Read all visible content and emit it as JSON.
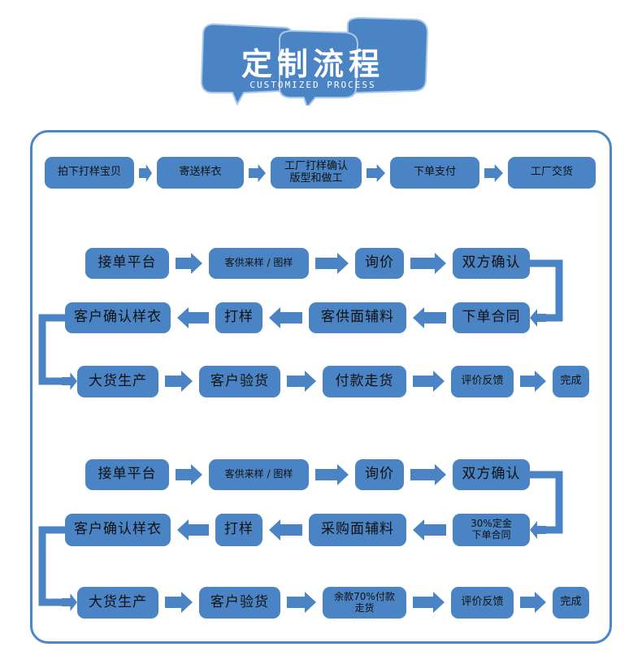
{
  "header": {
    "title": "定制流程",
    "subtitle": "CUSTOMIZED PROCESS"
  },
  "flow1": [
    "拍下打样宝贝",
    "寄送样衣",
    [
      "工厂打样确认",
      "版型和做工"
    ],
    "下单支付",
    "工厂交货"
  ],
  "flow2": {
    "row_a": [
      "接单平台",
      "客供来样 / 图样",
      "询价",
      "双方确认"
    ],
    "row_b": [
      "客户确认样衣",
      "打样",
      "客供面辅料",
      "下单合同"
    ],
    "row_c": [
      "大货生产",
      "客户验货",
      "付款走货",
      "评价反馈",
      "完成"
    ]
  },
  "flow3": {
    "row_a": [
      "接单平台",
      "客供来样 / 图样",
      "询价",
      "双方确认"
    ],
    "row_b": [
      "客户确认样衣",
      "打样",
      "采购面辅料",
      [
        "30%定金",
        "下单合同"
      ]
    ],
    "row_c": [
      "大货生产",
      "客户验货",
      [
        "余款70%付款",
        "走货"
      ],
      "评价反馈",
      "完成"
    ]
  },
  "colors": {
    "box": "#4a84c4",
    "frame": "#4a86c8"
  }
}
